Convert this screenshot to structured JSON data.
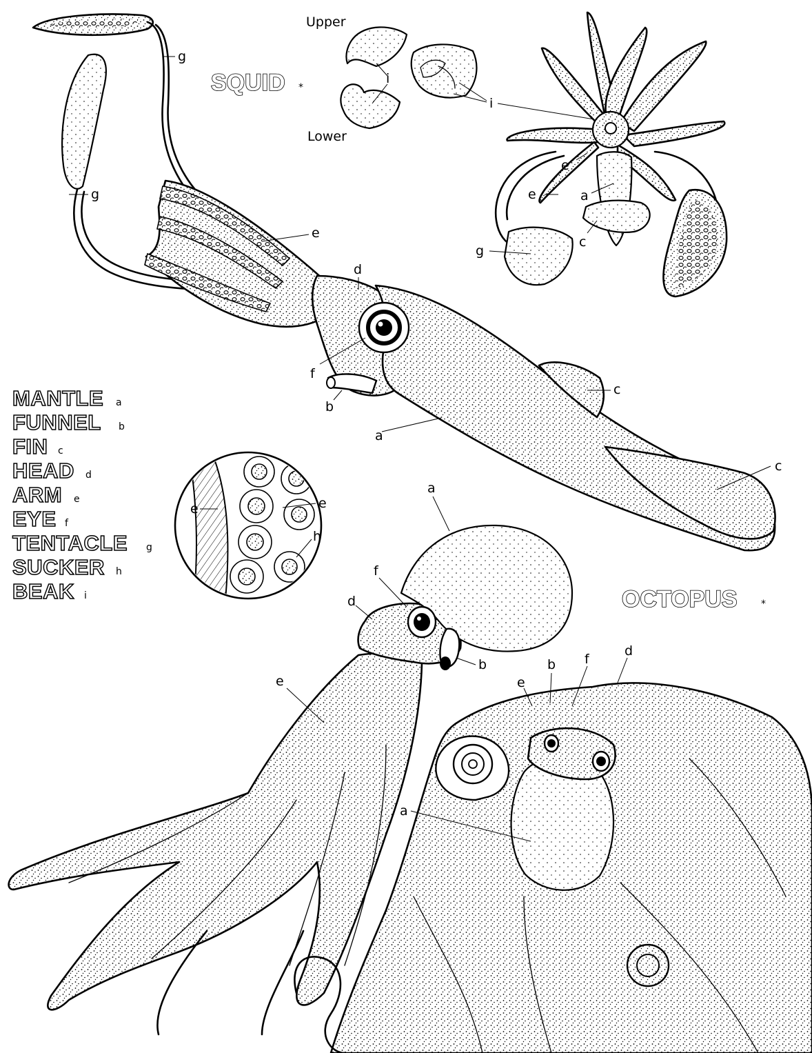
{
  "titles": {
    "squid": "SQUID",
    "squid_mark": "*",
    "octopus": "OCTOPUS",
    "octopus_mark": "*"
  },
  "key": [
    {
      "word": "MANTLE",
      "letter": "a"
    },
    {
      "word": "FUNNEL",
      "letter": "b"
    },
    {
      "word": "FIN",
      "letter": "c"
    },
    {
      "word": "HEAD",
      "letter": "d"
    },
    {
      "word": "ARM",
      "letter": "e"
    },
    {
      "word": "EYE",
      "letter": "f"
    },
    {
      "word": "TENTACLE",
      "letter": "g"
    },
    {
      "word": "SUCKER",
      "letter": "h"
    },
    {
      "word": "BEAK",
      "letter": "i"
    }
  ],
  "beak": {
    "upper_label": "Upper",
    "lower_label": "Lower"
  },
  "labels": {
    "squid_side": [
      "g",
      "g",
      "e",
      "d",
      "f",
      "b",
      "a",
      "c",
      "c"
    ],
    "squid_top": [
      "i",
      "i",
      "i",
      "e",
      "e",
      "a",
      "c",
      "g"
    ],
    "sucker_detail": [
      "e",
      "e",
      "h"
    ],
    "octopus_side": [
      "a",
      "f",
      "d",
      "b",
      "e"
    ],
    "octopus_top": [
      "e",
      "b",
      "f",
      "d",
      "a"
    ]
  }
}
